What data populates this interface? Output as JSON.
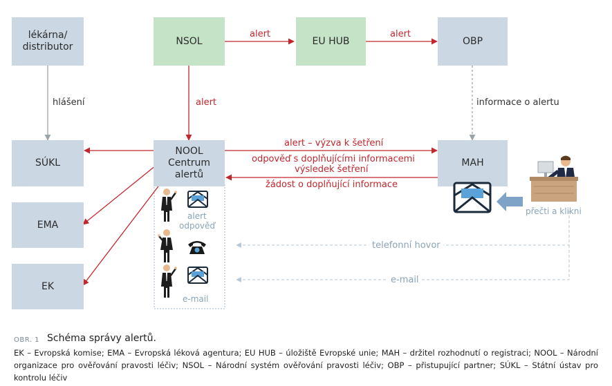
{
  "nodes": {
    "lekarna": "lékárna/\ndistributor",
    "nsol": "NSOL",
    "euhub": "EU HUB",
    "obp": "OBP",
    "sukl": "SÚKL",
    "nool": "NOOL\nCentrum\nalertů",
    "mah": "MAH",
    "ema": "EMA",
    "ek": "EK"
  },
  "edges": {
    "nsol_euhub": "alert",
    "euhub_obp": "alert",
    "lekarna_sukl": "hlášení",
    "nsol_nool": "alert",
    "obp_mah": "informace o alertu",
    "nool_mah_1": "alert – výzva k šetření",
    "nool_mah_2": "odpověď s doplňujícími informacemi",
    "mah_nool_1": "výsledek šetření",
    "mah_nool_2": "žádost o doplňující informace",
    "phone": "telefonní hovor",
    "email": "e-mail"
  },
  "channels": {
    "alert": "alert",
    "answer": "odpověď",
    "email": "e-mail",
    "click": "přečti a klikni"
  },
  "caption": {
    "number": "OBR. 1",
    "title": "Schéma správy alertů.",
    "legend": "EK – Evropská komise; EMA – Evropská léková agentura; EU HUB – úložiště Evropské unie; MAH – držitel rozhodnutí o registraci; NOOL – Národní organizace pro ověřování pravosti léčiv; NSOL – Národní systém ověřování pravosti léčiv; OBP – přistupující partner; SÚKL – Státní ústav pro kontrolu léčiv"
  },
  "colors": {
    "box": "#cbd7e3",
    "hub": "#c5e3c7",
    "arrow": "#c1272d",
    "pale": "#8aa3b9"
  },
  "icons": [
    "person-icon",
    "envelope-icon",
    "telephone-icon",
    "worker-at-desk-icon",
    "arrow-icon"
  ]
}
